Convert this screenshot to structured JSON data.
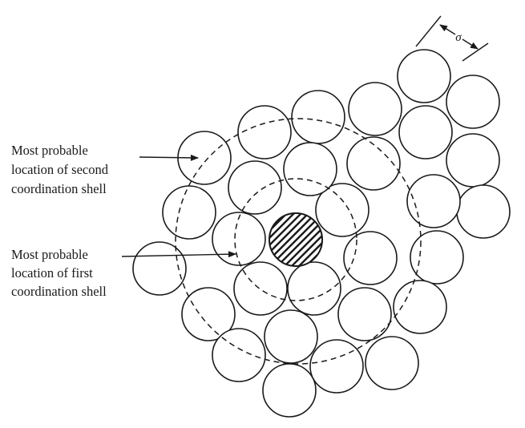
{
  "labels": {
    "second_shell": [
      "Most probable",
      "location of second",
      "coordination shell"
    ],
    "first_shell": [
      "Most probable",
      "location of first",
      "coordination shell"
    ],
    "diameter_symbol": "σ"
  },
  "icons": {
    "central_particle": "hatched-circle",
    "neighbor_particles": "open-circle",
    "shells": "dashed-circle"
  },
  "colors": {
    "ink": "#1a1a1a",
    "background": "#ffffff"
  }
}
